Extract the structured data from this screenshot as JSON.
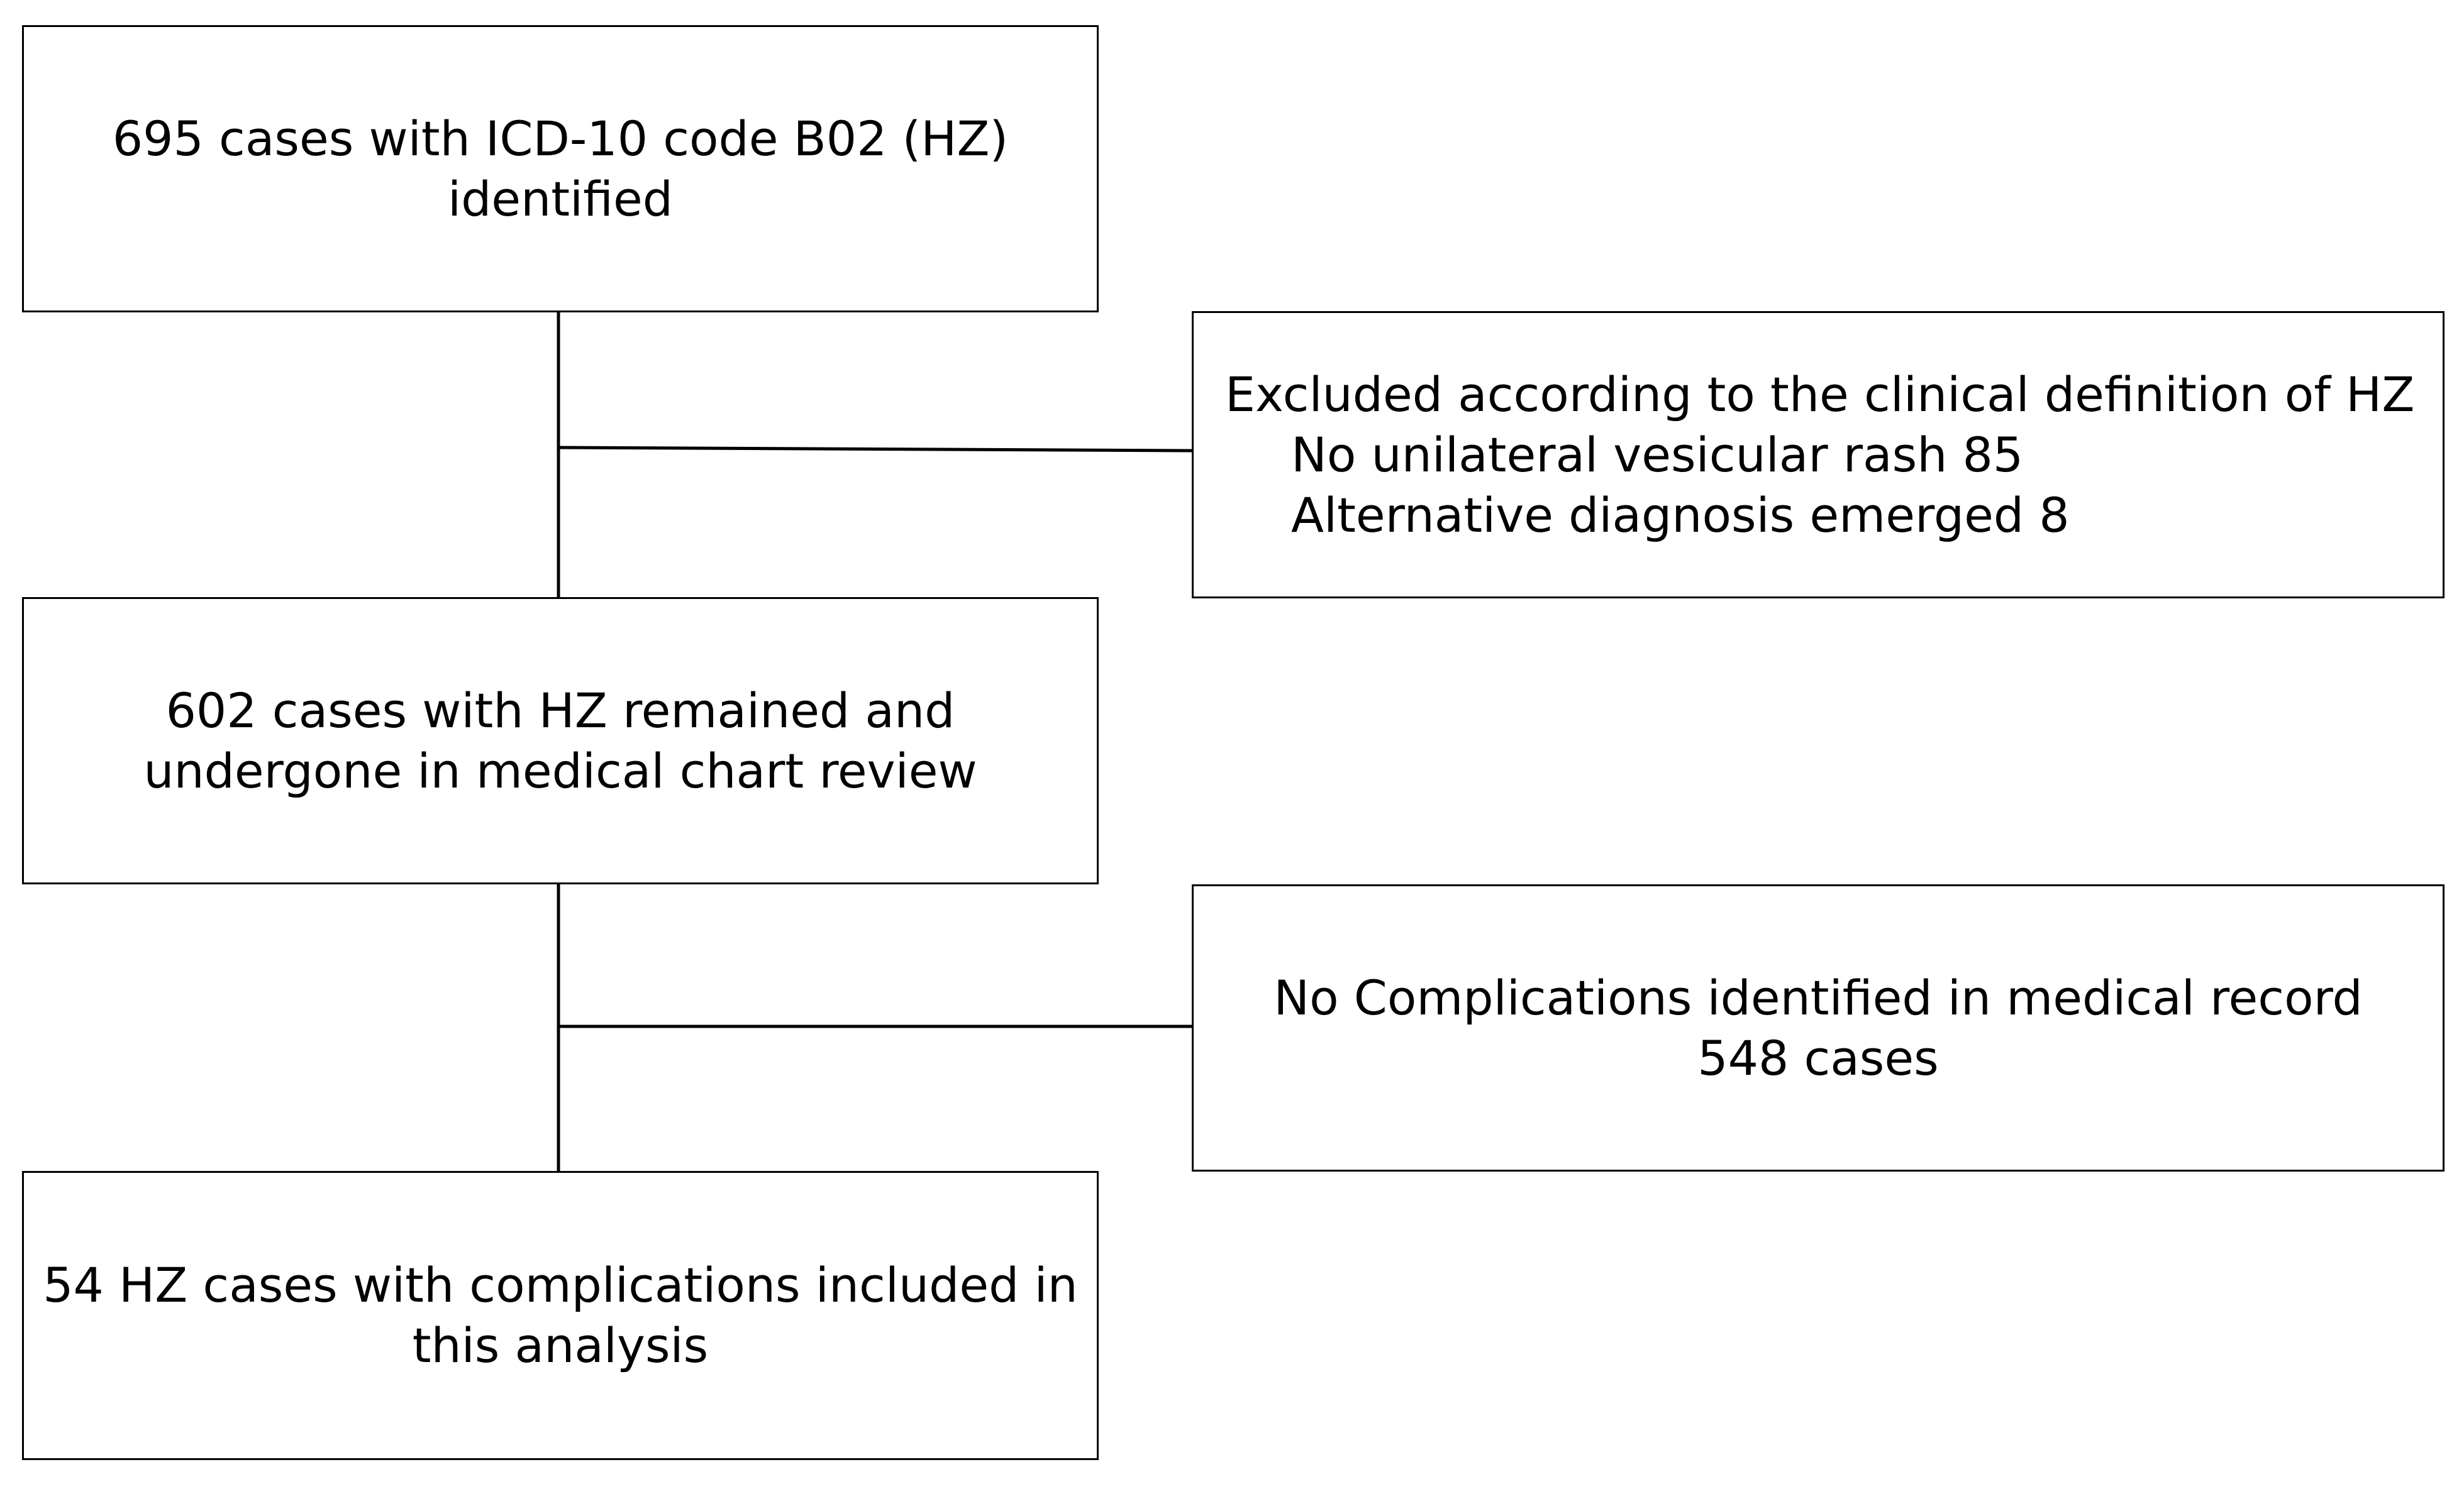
{
  "boxes": {
    "identified": {
      "lines": [
        "695 cases with ICD-10 code B02 (HZ)",
        "identified"
      ]
    },
    "excluded": {
      "heading": "Excluded according to the clinical definition of HZ",
      "items": [
        "No unilateral vesicular rash 85",
        "Alternative diagnosis emerged 8"
      ]
    },
    "remained": {
      "lines": [
        "602 cases with HZ remained and",
        "undergone in medical chart review"
      ]
    },
    "no_complications": {
      "lines": [
        "No Complications identified in medical record",
        "548 cases"
      ]
    },
    "included": {
      "lines": [
        "54 HZ cases with complications included in",
        "this analysis"
      ]
    }
  }
}
